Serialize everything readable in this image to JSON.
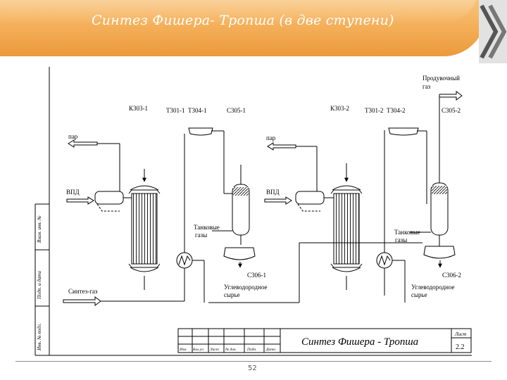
{
  "slide": {
    "title": "Синтез Фишера- Тропша (в две ступени)",
    "page_number": "52"
  },
  "stage1": {
    "reactor": "К303-1",
    "exchangers": "Т301-1  Т304-1",
    "separator": "С305-1",
    "drum": "С306-1"
  },
  "stage2": {
    "reactor": "К303-2",
    "exchangers": "Т301-2  Т304-2",
    "separator": "С305-2",
    "drum": "С306-2"
  },
  "streams": {
    "steam": "пар",
    "hp_water": "ВПД",
    "tail_gas_1": "Танковые",
    "tail_gas_2": "газы",
    "hydrocarbon_1": "Углеводородное",
    "hydrocarbon_2": "сырье",
    "syngas": "Синтез-газ",
    "purge_1": "Продувочный",
    "purge_2": "газ"
  },
  "stamp": {
    "title": "Синтез Фишера - Тропша",
    "sheet_label": "Лист",
    "sheet_number": "2.2",
    "columns": [
      "Изм",
      "Кол.уч",
      "Лист",
      "№ док.",
      "Подп.",
      "Дата"
    ]
  },
  "side_margin": [
    "Инв. № подл.",
    "Подп. и дата",
    "Взам. инв. №"
  ],
  "colors": {
    "banner_top": "#f9cf8e",
    "banner_bottom": "#eb9a3b",
    "title_text": "#ffffff",
    "lines": "#000000"
  }
}
